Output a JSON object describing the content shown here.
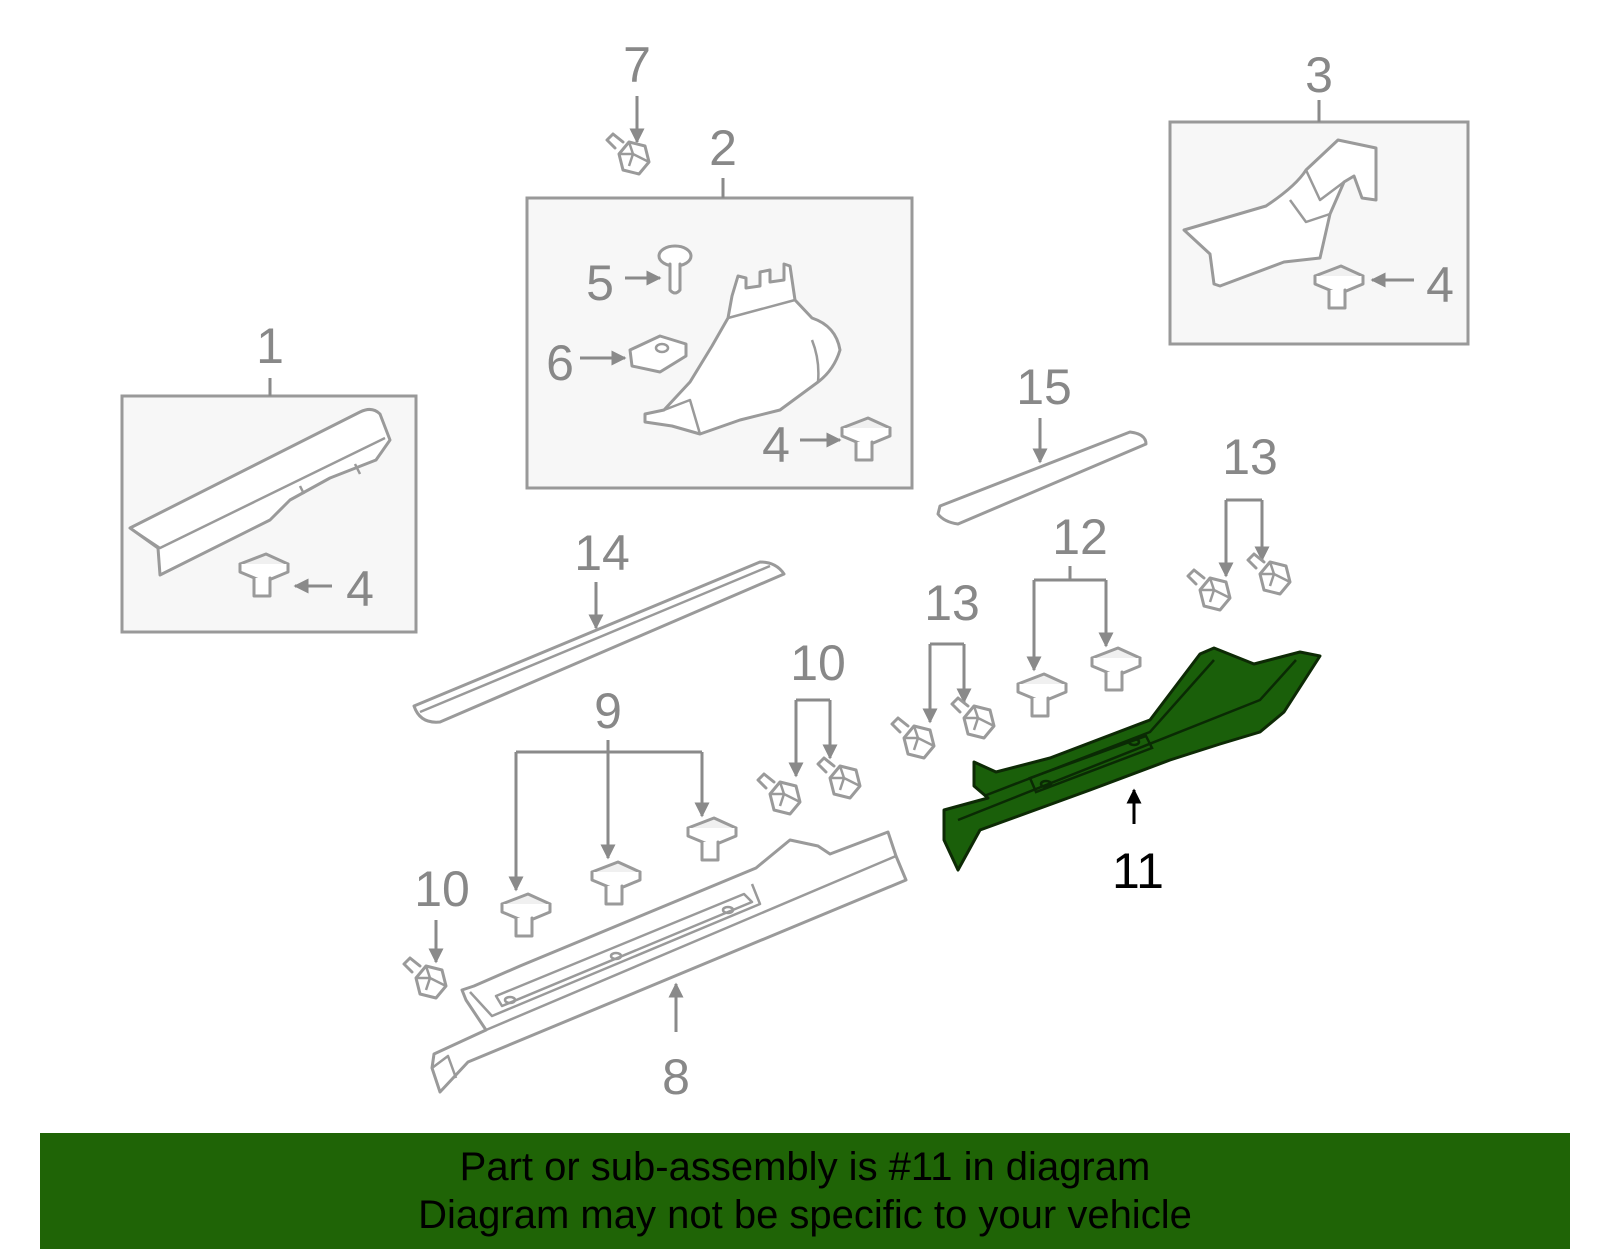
{
  "callouts": {
    "c1": "1",
    "c2": "2",
    "c3": "3",
    "c4a": "4",
    "c4b": "4",
    "c4c": "4",
    "c5": "5",
    "c6": "6",
    "c7": "7",
    "c8": "8",
    "c9": "9",
    "c10a": "10",
    "c10b": "10",
    "c11": "11",
    "c12": "12",
    "c13a": "13",
    "c13b": "13",
    "c14": "14",
    "c15": "15"
  },
  "highlight": {
    "part_number": "11",
    "color": "#1f6406"
  },
  "banner": {
    "line1": "Part or sub-assembly is #11 in diagram",
    "line2": "Diagram may not be specific to your vehicle"
  }
}
